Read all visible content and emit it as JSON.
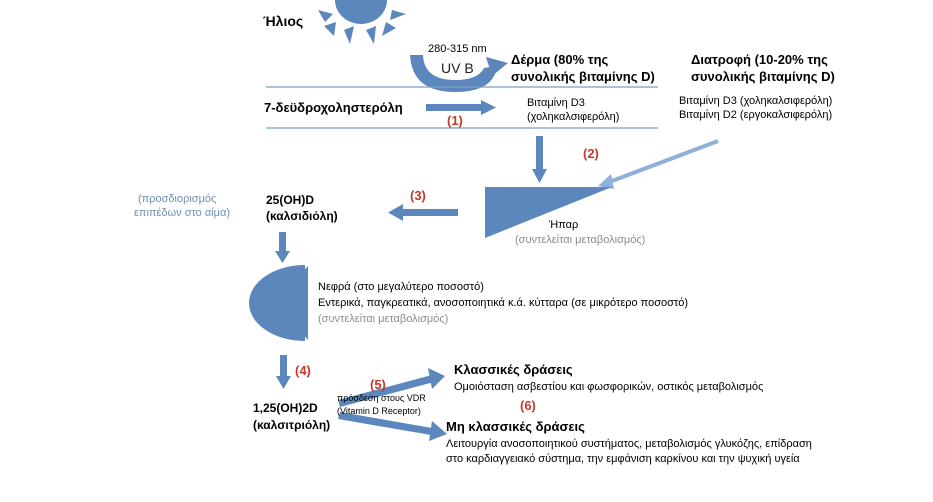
{
  "labels": {
    "sun": "Ήλιος",
    "wavelength": "280-315 nm",
    "uvb": "UV B",
    "skin_line1": "Δέρμα (80% της",
    "skin_line2": "συνολικής βιταμίνης D)",
    "diet_line1": "Διατροφή (10-20% της",
    "diet_line2": "συνολικής βιταμίνης D)",
    "diet_d3": "Βιταμίνη D3 (χοληκαλσιφερόλη)",
    "diet_d2": "Βιταμίνη D2 (εργοκαλσιφερόλη)",
    "precursor": "7-δεϋδροχοληστερόλη",
    "vitd3_line1": "Βιταμίνη D3",
    "vitd3_line2": "(χοληκαλσιφερόλη)",
    "liver": "Ήπαρ",
    "liver_note": "(συντελείται μεταβολισμός)",
    "blood_line1": "(προσδιορισμός",
    "blood_line2": "επιπέδων στο αίμα)",
    "calcidiol_line1": "25(OH)D",
    "calcidiol_line2": "(καλσιδιόλη)",
    "kidney_line1": "Νεφρά (στο μεγαλύτερο ποσοστό)",
    "kidney_line2": "Εντερικά, παγκρεατικά, ανοσοποιητικά κ.ά. κύτταρα (σε μικρότερο ποσοστό)",
    "kidney_note": "(συντελείται μεταβολισμός)",
    "calcitriol_line1": "1,25(OH)2D",
    "calcitriol_line2": "(καλσιτριόλη)",
    "vdr_line1": "πρόσδεση στους VDR",
    "vdr_line2": "(Vitamin D Receptor)",
    "classic_title": "Κλασσικές δράσεις",
    "classic_desc": "Ομοιόσταση ασβεστίου και  φωσφορικών,  οστικός μεταβολισμός",
    "nonclassic_title": "Μη κλασσικές δράσεις",
    "nonclassic_desc1": "Λειτουργία ανοσοποιητικού συστήματος, μεταβολισμός γλυκόζης, επίδραση",
    "nonclassic_desc2": "στο καρδιαγγειακό σύστημα, την εμφάνιση καρκίνου και την ψυχική υγεία"
  },
  "steps": {
    "s1": "(1)",
    "s2": "(2)",
    "s3": "(3)",
    "s4": "(4)",
    "s5": "(5)",
    "s6": "(6)"
  },
  "colors": {
    "shape_fill": "#5b87bd",
    "step_red": "#c0392b",
    "note_grey": "#8c8c8c",
    "note_blue": "#6f8fb3"
  }
}
